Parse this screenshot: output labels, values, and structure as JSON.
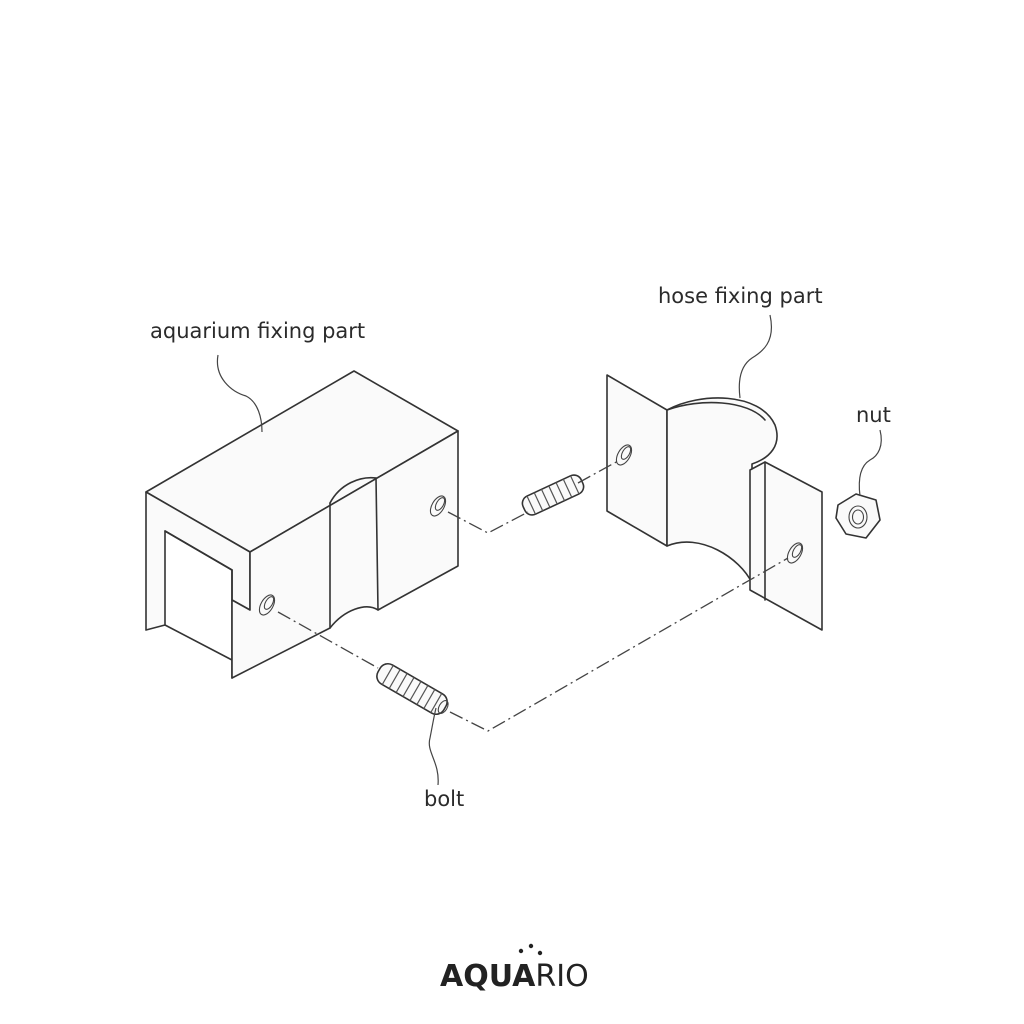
{
  "labels": {
    "aquarium_fixing_part": "aquarium fixing part",
    "hose_fixing_part": "hose fixing part",
    "nut": "nut",
    "bolt": "bolt"
  },
  "brand": {
    "bold": "AQUA",
    "light": "RIO"
  },
  "colors": {
    "line": "#333333",
    "text": "#2b2b2b",
    "background": "#ffffff"
  }
}
